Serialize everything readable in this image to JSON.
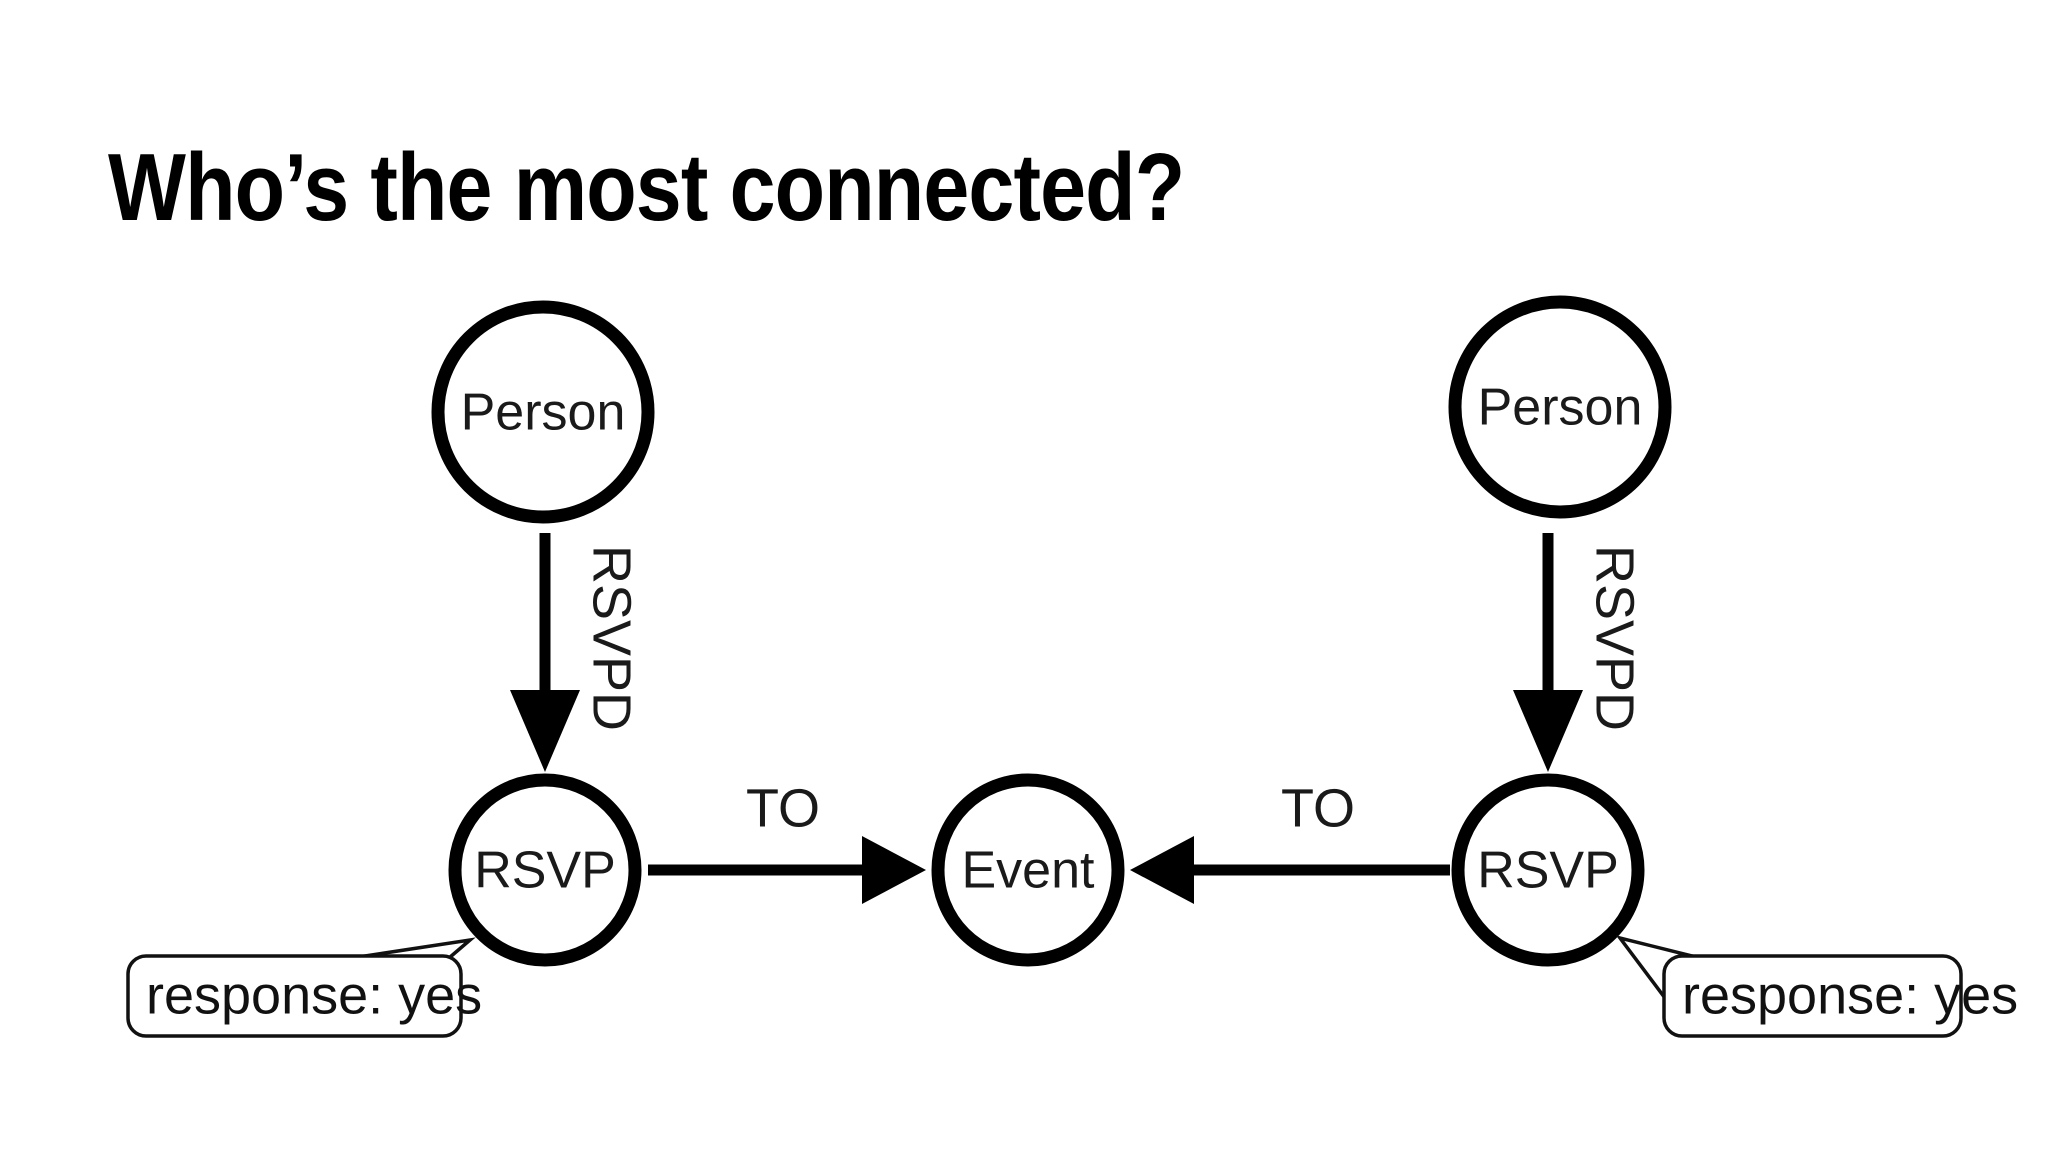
{
  "slide": {
    "title": "Who’s the most connected?",
    "background_color": "#ffffff",
    "ink_color": "#000000"
  },
  "graph": {
    "type": "property-graph-diagram",
    "nodes": [
      {
        "id": "person-left",
        "label": "Person",
        "shape": "circle"
      },
      {
        "id": "rsvp-left",
        "label": "RSVP",
        "shape": "circle"
      },
      {
        "id": "event-center",
        "label": "Event",
        "shape": "circle"
      },
      {
        "id": "rsvp-right",
        "label": "RSVP",
        "shape": "circle"
      },
      {
        "id": "person-right",
        "label": "Person",
        "shape": "circle"
      }
    ],
    "edges": [
      {
        "id": "edge-left-rsvpd",
        "label": "RSVPD",
        "from": "person-left",
        "to": "rsvp-left",
        "direction": "down",
        "label_orientation": "vertical"
      },
      {
        "id": "edge-left-to",
        "label": "TO",
        "from": "rsvp-left",
        "to": "event-center",
        "direction": "right",
        "label_orientation": "horizontal"
      },
      {
        "id": "edge-right-to",
        "label": "TO",
        "from": "rsvp-right",
        "to": "event-center",
        "direction": "left",
        "label_orientation": "horizontal"
      },
      {
        "id": "edge-right-rsvpd",
        "label": "RSVPD",
        "from": "person-right",
        "to": "rsvp-right",
        "direction": "down",
        "label_orientation": "vertical"
      }
    ],
    "callouts": [
      {
        "id": "callout-left",
        "text": "response: yes",
        "attached_to": "rsvp-left",
        "tail": "up-right"
      },
      {
        "id": "callout-right",
        "text": "response: yes",
        "attached_to": "rsvp-right",
        "tail": "up-left"
      }
    ]
  }
}
